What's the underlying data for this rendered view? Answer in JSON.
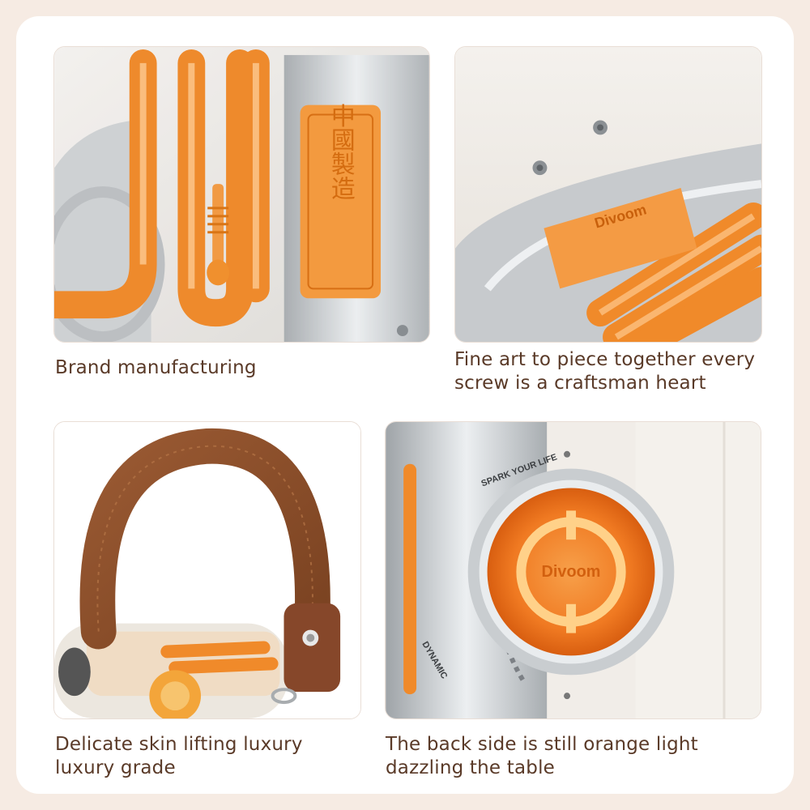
{
  "colors": {
    "background": "#f6ebe3",
    "card": "#ffffff",
    "caption_text": "#5a3a28",
    "accent_orange": "#f08a2a",
    "leather_brown": "#8a4e2a",
    "chrome": "#bfc3c6"
  },
  "panels": [
    {
      "caption": "Brand manufacturing",
      "plate_text": "中國製造",
      "icon": "orange-tube-coil"
    },
    {
      "caption": "Fine art to piece together every\nscrew is a craftsman heart",
      "plate_text": "Divoom",
      "icon": "screws-and-tubes"
    },
    {
      "caption": "Delicate skin lifting luxury\nluxury grade",
      "icon": "leather-strap"
    },
    {
      "caption": "The back side is still orange light\ndazzling the table",
      "ring_text": "SPARK YOUR LIFE",
      "side_text": "DYNAMIC",
      "plate_text": "Divoom",
      "icon": "orange-light-ring"
    }
  ]
}
